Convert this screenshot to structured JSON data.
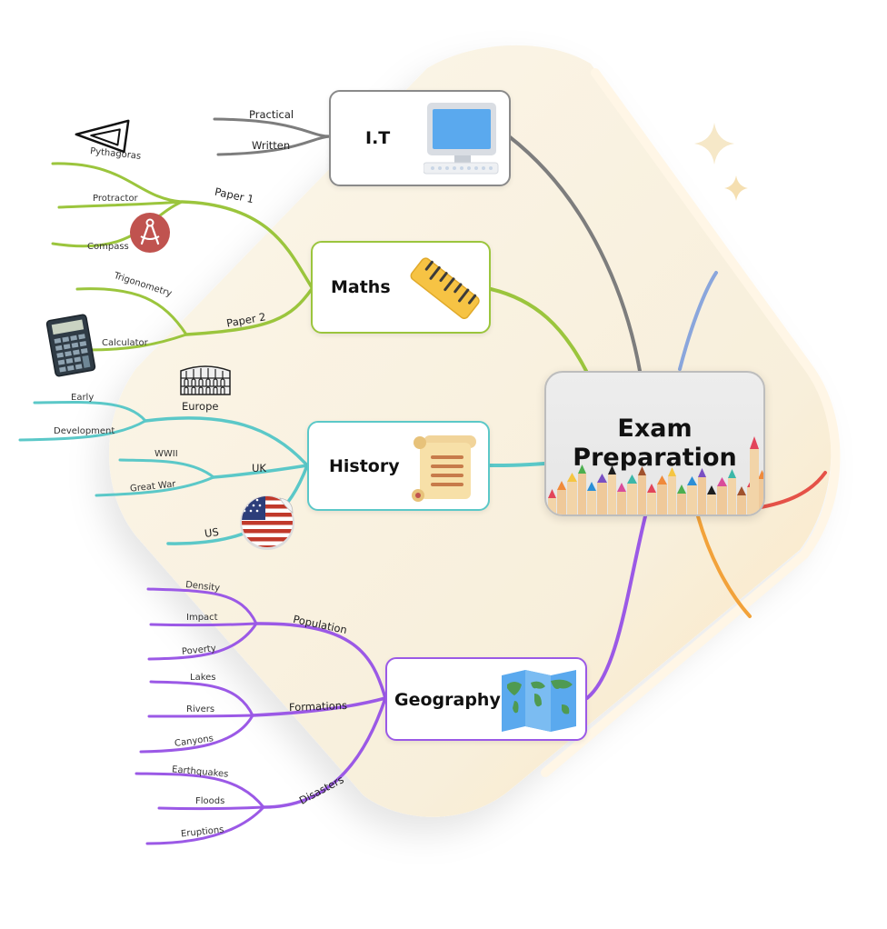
{
  "center": {
    "line1": "Exam",
    "line2": "Preparation"
  },
  "colors": {
    "it": "#7d7d7d",
    "maths": "#9bc53d",
    "history": "#5bc8c8",
    "geography": "#9b59e6",
    "blue": "#8aa6dc",
    "red": "#e55248",
    "orange": "#f2a23a"
  },
  "topics": {
    "it": {
      "label": "I.T",
      "icon": "computer-monitor-icon",
      "branches": [
        "Practical",
        "Written"
      ]
    },
    "maths": {
      "label": "Maths",
      "icon": "ruler-icon",
      "paper1": {
        "label": "Paper 1",
        "leaves": [
          "Pythagoras",
          "Protractor",
          "Compass"
        ]
      },
      "paper2": {
        "label": "Paper 2",
        "leaves": [
          "Trigonometry",
          "Calculator"
        ]
      }
    },
    "history": {
      "label": "History",
      "icon": "scroll-icon",
      "europe": {
        "label": "Europe",
        "leaves": [
          "Early",
          "Development"
        ]
      },
      "uk": {
        "label": "UK",
        "leaves": [
          "WWII",
          "Great War"
        ]
      },
      "us": {
        "label": "US"
      }
    },
    "geography": {
      "label": "Geography",
      "icon": "map-icon",
      "population": {
        "label": "Population",
        "leaves": [
          "Density",
          "Impact",
          "Poverty"
        ]
      },
      "formations": {
        "label": "Formations",
        "leaves": [
          "Lakes",
          "Rivers",
          "Canyons"
        ]
      },
      "disasters": {
        "label": "Disasters",
        "leaves": [
          "Earthquakes",
          "Floods",
          "Eruptions"
        ]
      }
    }
  }
}
